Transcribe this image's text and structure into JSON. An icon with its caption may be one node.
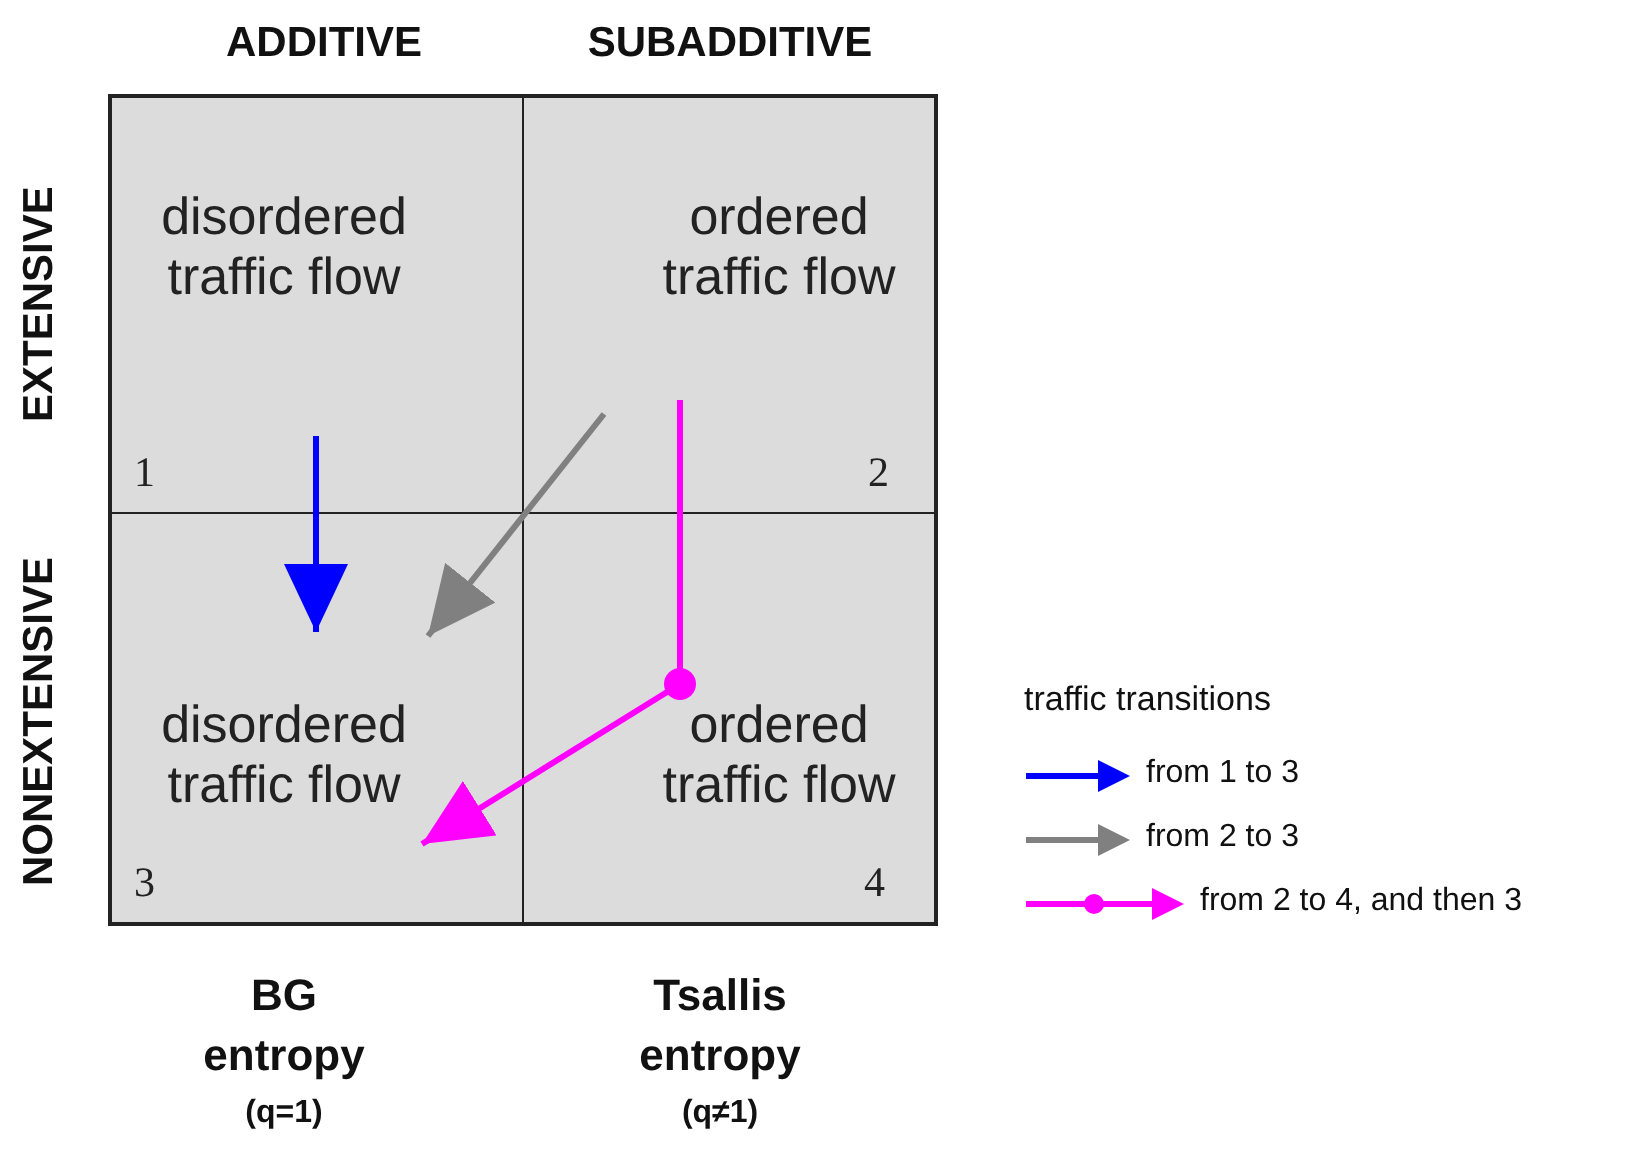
{
  "diagram": {
    "nodes": [
      {
        "text": [
          "disordered traffic flow",
          "1"
        ]
      },
      {
        "text": [
          "ordered traffic flow",
          "2"
        ]
      },
      {
        "text": [
          "disordered traffic flow",
          "3"
        ]
      },
      {
        "text": [
          "ordered traffic flow",
          "4"
        ]
      }
    ],
    "edges": [
      {
        "from": 0,
        "to": 2,
        "arrow": "to",
        "color": "#0000ff"
      },
      {
        "from": 1,
        "to": 2,
        "arrow": "to",
        "color": "#808080"
      },
      {
        "from": 1,
        "to": 3,
        "arrow": "other",
        "color": "#ff00ff"
      },
      {
        "from": 3,
        "to": 2,
        "arrow": "to",
        "color": "#ff00ff"
      }
    ],
    "labels": [
      "ADDITIVE",
      "SUBADDITIVE",
      "EXTENSIVE",
      "NONEXTENSIVE",
      "traffic transitions",
      "BG entropy",
      "(q=1)",
      "Tsallis entropy",
      "(q≠1)"
    ],
    "legend": [
      {
        "text": "from 1 to 3"
      },
      {
        "text": "from 2 to 3"
      },
      {
        "text": "from 2 to 4, and then 3"
      }
    ]
  }
}
